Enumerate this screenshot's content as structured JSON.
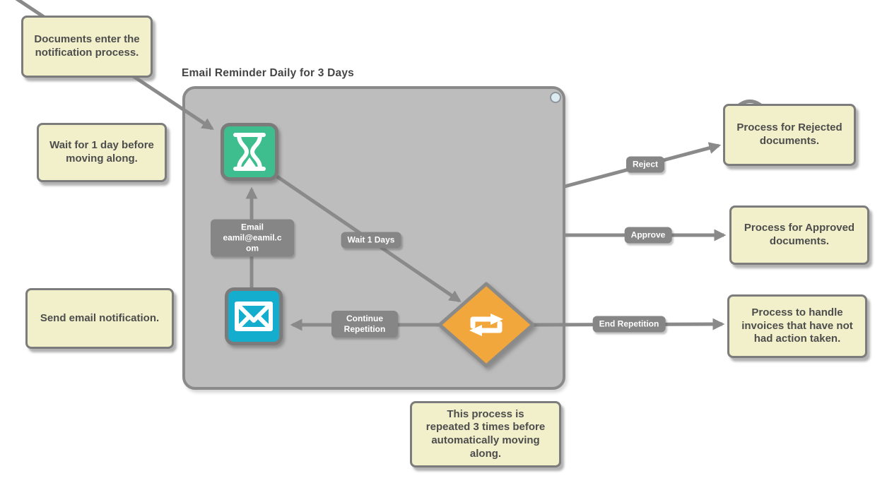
{
  "colors": {
    "connector_gray": "#8A8A8A",
    "group_fill": "#BDBDBD",
    "group_border": "#8A8A8A",
    "note_fill": "#F2F0CA",
    "note_border": "#7C7C7C",
    "note_text": "#4D4D4D",
    "label_bg": "#868686",
    "label_text": "#FFFFFF",
    "wait_node_green": "#3EBE8E",
    "email_node_teal": "#15ADCE",
    "gateway_orange": "#F1A73C",
    "badge_fill": "#DCEBF2"
  },
  "group": {
    "title": "Email Reminder Daily for 3 Days"
  },
  "sticky_notes": {
    "documents": {
      "text": "Documents enter the\nnotification process."
    },
    "wait_day": {
      "text": "Wait for 1 day before\nmoving along."
    },
    "send_email": {
      "text": "Send email notification."
    },
    "rejected": {
      "text": "Process for Rejected\ndocuments."
    },
    "approved": {
      "text": "Process for Approved\ndocuments."
    },
    "invoices": {
      "text": "Process to handle\ninvoices that have not\nhad action taken."
    },
    "repetition": {
      "text": "This process is\nrepeated 3 times before\nautomatically moving\nalong."
    }
  },
  "connector_labels": {
    "email_recipient": {
      "text": "Email\neamil@eamil.c\nom"
    },
    "wait_duration": {
      "text": "Wait 1 Days"
    },
    "continue_repetition": {
      "text": "Continue\nRepetition"
    },
    "reject": {
      "text": "Reject"
    },
    "approve": {
      "text": "Approve"
    },
    "end_repetition": {
      "text": "End Repetition"
    }
  },
  "nodes": {
    "wait_step": {
      "icon": "hourglass-icon"
    },
    "email_step": {
      "icon": "envelope-icon"
    },
    "repeat_gateway": {
      "icon": "repeat-icon"
    }
  }
}
